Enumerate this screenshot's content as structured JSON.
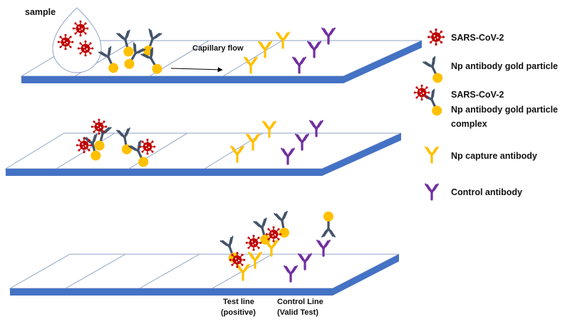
{
  "labels": {
    "sample": "sample",
    "capillary_flow": "Capillary flow",
    "test_line": [
      "Test line",
      "(positive)"
    ],
    "control_line": [
      "Control Line",
      "(Valid Test)"
    ]
  },
  "legend": [
    {
      "id": "virus",
      "icon": "sars-cov-2-icon",
      "lines": [
        "SARS-CoV-2"
      ]
    },
    {
      "id": "gold",
      "icon": "np-antibody-gold-particle-icon",
      "lines": [
        "Np antibody gold particle"
      ]
    },
    {
      "id": "complex",
      "icon": "virus-gold-complex-icon",
      "lines": [
        "SARS-CoV-2",
        "Np antibody gold particle",
        "complex"
      ]
    },
    {
      "id": "capture",
      "icon": "np-capture-antibody-icon",
      "lines": [
        "Np capture antibody"
      ]
    },
    {
      "id": "control",
      "icon": "control-antibody-icon",
      "lines": [
        "Control antibody"
      ]
    }
  ],
  "colors": {
    "strip_blue": "#4472c4",
    "outline": "#8fa2c4",
    "virus_red": "#c00000",
    "gold": "#ffc000",
    "antibody_navy": "#44546a",
    "capture_yellow": "#ffc000",
    "control_purple": "#7030a0"
  }
}
